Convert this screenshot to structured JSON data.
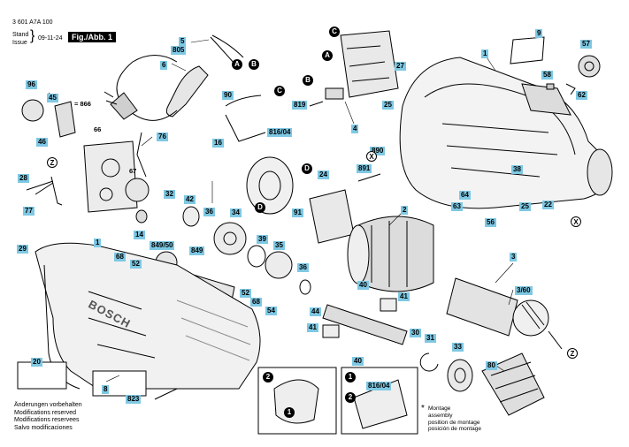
{
  "header": {
    "doc_number": "3 601 A7A 100",
    "stand_label": "Stand",
    "issue_label": "Issue",
    "date": "09-11-24",
    "figure_label": "Fig./Abb. 1"
  },
  "footer": {
    "lines": [
      "Änderungen vorbehalten",
      "Modifications reserved",
      "Modifications reservees",
      "Salvo modificaciones"
    ]
  },
  "legend": {
    "symbol": "*",
    "lines": [
      "Montage",
      "assembly",
      "position de montage",
      "posición de montage"
    ]
  },
  "brand": "BOSCH",
  "callouts": [
    {
      "id": "c5",
      "text": "5"
    },
    {
      "id": "c805",
      "text": "805"
    },
    {
      "id": "c6",
      "text": "6"
    },
    {
      "id": "c9",
      "text": "9"
    },
    {
      "id": "c1a",
      "text": "1"
    },
    {
      "id": "c57",
      "text": "57"
    },
    {
      "id": "c27",
      "text": "27"
    },
    {
      "id": "c58",
      "text": "58"
    },
    {
      "id": "c62",
      "text": "62"
    },
    {
      "id": "c96",
      "text": "96"
    },
    {
      "id": "c45",
      "text": "45"
    },
    {
      "id": "c866",
      "text": "= 866"
    },
    {
      "id": "c46",
      "text": "46"
    },
    {
      "id": "c66",
      "text": "66"
    },
    {
      "id": "c76",
      "text": "76"
    },
    {
      "id": "c90",
      "text": "90"
    },
    {
      "id": "c819",
      "text": "819"
    },
    {
      "id": "c25a",
      "text": "25"
    },
    {
      "id": "c4",
      "text": "4"
    },
    {
      "id": "c16",
      "text": "16"
    },
    {
      "id": "c816a",
      "text": "816/04"
    },
    {
      "id": "c890",
      "text": "890"
    },
    {
      "id": "c891",
      "text": "891"
    },
    {
      "id": "c24",
      "text": "24"
    },
    {
      "id": "c67",
      "text": "67"
    },
    {
      "id": "c28",
      "text": "28"
    },
    {
      "id": "c32",
      "text": "32"
    },
    {
      "id": "c42",
      "text": "42"
    },
    {
      "id": "c36a",
      "text": "36"
    },
    {
      "id": "c34",
      "text": "34"
    },
    {
      "id": "c91",
      "text": "91"
    },
    {
      "id": "c2",
      "text": "2"
    },
    {
      "id": "c38",
      "text": "38"
    },
    {
      "id": "c64",
      "text": "64"
    },
    {
      "id": "c63",
      "text": "63"
    },
    {
      "id": "c56",
      "text": "56"
    },
    {
      "id": "c25b",
      "text": "25"
    },
    {
      "id": "c22",
      "text": "22"
    },
    {
      "id": "c77",
      "text": "77"
    },
    {
      "id": "c14",
      "text": "14"
    },
    {
      "id": "c849_50",
      "text": "849/50"
    },
    {
      "id": "c39",
      "text": "39"
    },
    {
      "id": "c35",
      "text": "35"
    },
    {
      "id": "c29",
      "text": "29"
    },
    {
      "id": "c1b",
      "text": "1"
    },
    {
      "id": "c68a",
      "text": "68"
    },
    {
      "id": "c52a",
      "text": "52"
    },
    {
      "id": "c849",
      "text": "849"
    },
    {
      "id": "c3",
      "text": "3"
    },
    {
      "id": "c3_60",
      "text": "3/60"
    },
    {
      "id": "c36b",
      "text": "36"
    },
    {
      "id": "c40a",
      "text": "40"
    },
    {
      "id": "c41a",
      "text": "41"
    },
    {
      "id": "c52b",
      "text": "52"
    },
    {
      "id": "c68b",
      "text": "68"
    },
    {
      "id": "c54",
      "text": "54"
    },
    {
      "id": "c44",
      "text": "44"
    },
    {
      "id": "c41b",
      "text": "41"
    },
    {
      "id": "c30",
      "text": "30"
    },
    {
      "id": "c31",
      "text": "31"
    },
    {
      "id": "c40b",
      "text": "40"
    },
    {
      "id": "c33",
      "text": "33"
    },
    {
      "id": "c80",
      "text": "80"
    },
    {
      "id": "c20",
      "text": "20"
    },
    {
      "id": "c8",
      "text": "8"
    },
    {
      "id": "c823",
      "text": "823"
    },
    {
      "id": "c816b",
      "text": "816/04"
    }
  ],
  "badges": [
    {
      "id": "bC1",
      "text": "C"
    },
    {
      "id": "bA1",
      "text": "A"
    },
    {
      "id": "bB1",
      "text": "B"
    },
    {
      "id": "bA2",
      "text": "A"
    },
    {
      "id": "bB2",
      "text": "B"
    },
    {
      "id": "bC2",
      "text": "C"
    },
    {
      "id": "bD1",
      "text": "D"
    },
    {
      "id": "bD2",
      "text": "D"
    },
    {
      "id": "bX1",
      "text": "X"
    },
    {
      "id": "bX2",
      "text": "X"
    },
    {
      "id": "bZ1",
      "text": "Z"
    },
    {
      "id": "bZ2",
      "text": "Z"
    },
    {
      "id": "b2a",
      "text": "2"
    },
    {
      "id": "b1a",
      "text": "1"
    },
    {
      "id": "b1b",
      "text": "1"
    },
    {
      "id": "b2b",
      "text": "2"
    }
  ],
  "colors": {
    "callout": "#7ec8e3",
    "line": "#000000",
    "shade": "#c8c8c8"
  }
}
